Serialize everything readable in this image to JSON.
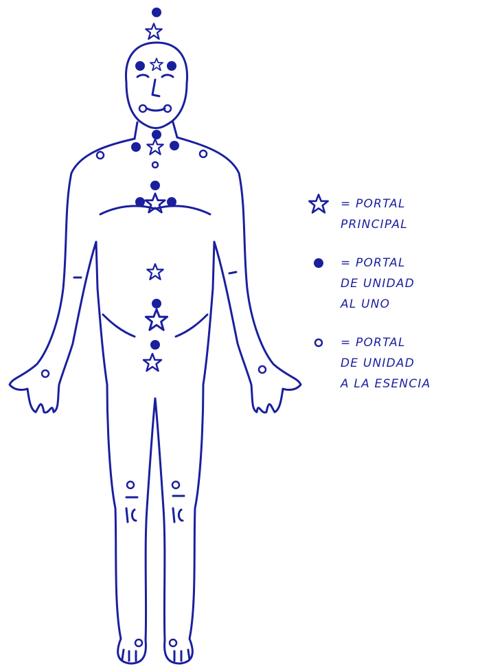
{
  "colors": {
    "ink": "#1a1f9e",
    "paper": "#ffffff"
  },
  "figure": {
    "description_icons": {
      "star": "star-icon",
      "dot": "filled-dot-icon",
      "circle": "hollow-circle-icon"
    }
  },
  "legend": {
    "entries": [
      {
        "symbol": "star",
        "text": "= PORTAL\nPRINCIPAL"
      },
      {
        "symbol": "dot",
        "text": "= PORTAL\nDE UNIDAD\nAL UNO"
      },
      {
        "symbol": "circle",
        "text": "= PORTAL\nDE UNIDAD\nA LA ESENCIA"
      }
    ]
  }
}
